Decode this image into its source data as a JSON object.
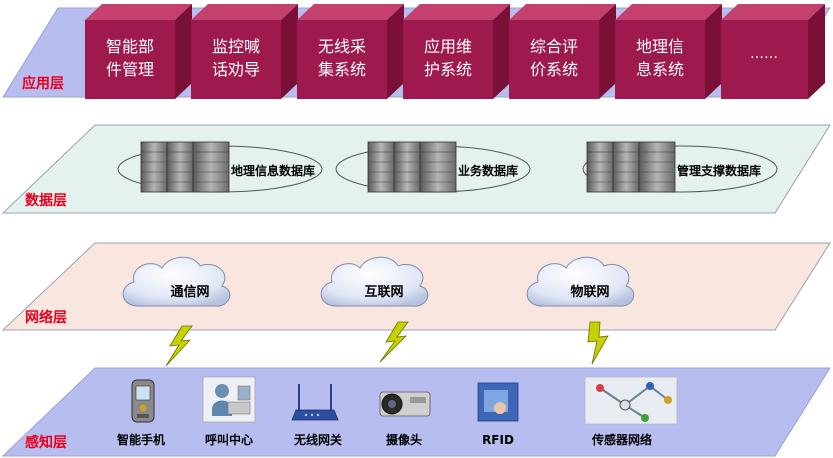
{
  "layers": {
    "application": {
      "label": "应用层",
      "modules": [
        {
          "line1": "智能部",
          "line2": "件管理"
        },
        {
          "line1": "监控喊",
          "line2": "话劝导"
        },
        {
          "line1": "无线采",
          "line2": "集系统"
        },
        {
          "line1": "应用维",
          "line2": "护系统"
        },
        {
          "line1": "综合评",
          "line2": "价系统"
        },
        {
          "line1": "地理信",
          "line2": "息系统"
        },
        {
          "line1": "……",
          "line2": ""
        }
      ]
    },
    "data": {
      "label": "数据层",
      "databases": [
        "地理信息数据库",
        "业务数据库",
        "管理支撑数据库"
      ]
    },
    "network": {
      "label": "网络层",
      "clouds": [
        "通信网",
        "互联网",
        "物联网"
      ]
    },
    "perception": {
      "label": "感知层",
      "devices": [
        "智能手机",
        "呼叫中心",
        "无线网关",
        "摄像头",
        "RFID",
        "传感器网络"
      ]
    }
  },
  "colors": {
    "layer_label": "#e8001c",
    "app_plane": "#b8bdf0",
    "data_plane": "#e4f1ef",
    "network_plane": "#f9e6df",
    "perception_plane": "#b8bdf0",
    "module_front": "#9e1a4e",
    "module_top": "#c4406e",
    "module_side": "#7a1038",
    "bolt": "#c7d100"
  },
  "icons": [
    "server-rack-icon",
    "cloud-icon",
    "lightning-bolt-icon",
    "smartphone-icon",
    "call-center-icon",
    "wireless-router-icon",
    "camera-icon",
    "rfid-icon",
    "sensor-network-icon"
  ]
}
